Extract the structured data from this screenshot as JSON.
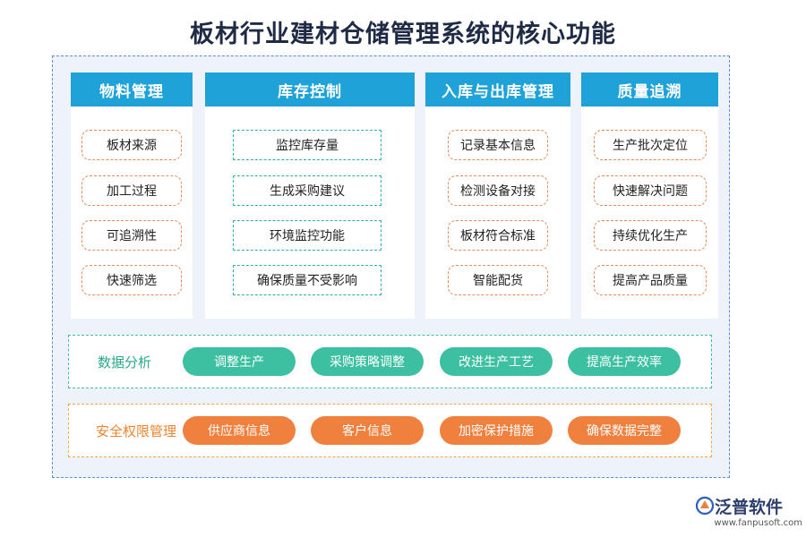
{
  "title": "板材行业建材仓储管理系统的核心功能",
  "columns": [
    {
      "header": "物料管理",
      "items": [
        "板材来源",
        "加工过程",
        "可追溯性",
        "快速筛选"
      ]
    },
    {
      "header": "库存控制",
      "items": [
        "监控库存量",
        "生成采购建议",
        "环境监控功能",
        "确保质量不受影响"
      ]
    },
    {
      "header": "入库与出库管理",
      "items": [
        "记录基本信息",
        "检测设备对接",
        "板材符合标准",
        "智能配货"
      ]
    },
    {
      "header": "质量追溯",
      "items": [
        "生产批次定位",
        "快速解决问题",
        "持续优化生产",
        "提高产品质量"
      ]
    }
  ],
  "data_analysis": {
    "label": "数据分析",
    "items": [
      "调整生产",
      "采购策略调整",
      "改进生产工艺",
      "提高生产效率"
    ]
  },
  "security": {
    "label": "安全权限管理",
    "items": [
      "供应商信息",
      "客户信息",
      "加密保护措施",
      "确保数据完整"
    ]
  },
  "brand": {
    "name": "泛普软件",
    "url": "www.fanpusoft.com"
  },
  "colors": {
    "header_blue": "#1fa2d8",
    "orange_dashed": "#e58a5c",
    "teal_dashed": "#2aaeb6",
    "green_pill": "#3dbfa2",
    "orange_pill": "#f0803e"
  }
}
